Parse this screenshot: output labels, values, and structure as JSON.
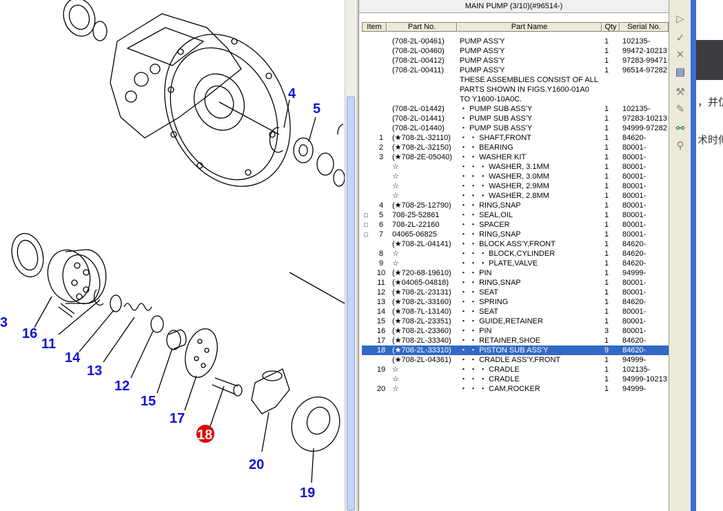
{
  "parts_list": {
    "title": "MAIN PUMP (3/10)(#96514-)",
    "columns": [
      "Item",
      "Part No.",
      "Part Name",
      "Qty",
      "Serial No."
    ],
    "rows": [
      {
        "check": "",
        "item": "",
        "part": "(708-2L-00461)",
        "name": "PUMP ASS'Y",
        "qty": "1",
        "serial": "102135-"
      },
      {
        "check": "",
        "item": "",
        "part": "(708-2L-00460)",
        "name": "PUMP ASS'Y",
        "qty": "1",
        "serial": "99472-10213"
      },
      {
        "check": "",
        "item": "",
        "part": "(708-2L-00412)",
        "name": "PUMP ASS'Y",
        "qty": "1",
        "serial": "97283-99471"
      },
      {
        "check": "",
        "item": "",
        "part": "(708-2L-00411)",
        "name": "PUMP ASS'Y",
        "qty": "1",
        "serial": "96514-97282"
      },
      {
        "check": "",
        "item": "",
        "part": "",
        "name": "THESE ASSEMBLIES CONSIST OF ALL",
        "qty": "",
        "serial": ""
      },
      {
        "check": "",
        "item": "",
        "part": "",
        "name": "PARTS SHOWN IN FIGS.Y1600-01A0",
        "qty": "",
        "serial": ""
      },
      {
        "check": "",
        "item": "",
        "part": "",
        "name": "TO Y1600-10A0C.",
        "qty": "",
        "serial": ""
      },
      {
        "check": "",
        "item": "",
        "part": "(708-2L-01442)",
        "name": "・ PUMP SUB ASS'Y",
        "qty": "1",
        "serial": "102135-"
      },
      {
        "check": "",
        "item": "",
        "part": "(708-2L-01441)",
        "name": "・ PUMP SUB ASS'Y",
        "qty": "1",
        "serial": "97283-10213"
      },
      {
        "check": "",
        "item": "",
        "part": "(708-2L-01440)",
        "name": "・ PUMP SUB ASS'Y",
        "qty": "1",
        "serial": "94999-97282"
      },
      {
        "check": "",
        "item": "1",
        "part": "(★708-2L-32110)",
        "name": "・ ・ SHAFT,FRONT",
        "qty": "1",
        "serial": "84620-"
      },
      {
        "check": "",
        "item": "2",
        "part": "(★708-2L-32150)",
        "name": "・ ・ BEARING",
        "qty": "1",
        "serial": "80001-"
      },
      {
        "check": "",
        "item": "3",
        "part": "(★708-2E-05040)",
        "name": "・ ・ WASHER KIT",
        "qty": "1",
        "serial": "80001-"
      },
      {
        "check": "",
        "item": "",
        "part": "☆",
        "name": "・ ・ ・ WASHER, 3.1MM",
        "qty": "1",
        "serial": "80001-"
      },
      {
        "check": "",
        "item": "",
        "part": "☆",
        "name": "・ ・ ・ WASHER, 3.0MM",
        "qty": "1",
        "serial": "80001-"
      },
      {
        "check": "",
        "item": "",
        "part": "☆",
        "name": "・ ・ ・ WASHER, 2.9MM",
        "qty": "1",
        "serial": "80001-"
      },
      {
        "check": "",
        "item": "",
        "part": "☆",
        "name": "・ ・ ・ WASHER, 2.8MM",
        "qty": "1",
        "serial": "80001-"
      },
      {
        "check": "",
        "item": "4",
        "part": "(★708-25-12790)",
        "name": "・ ・ RING,SNAP",
        "qty": "1",
        "serial": "80001-"
      },
      {
        "check": "□",
        "item": "5",
        "part": "708-25-52861",
        "name": "・ ・ SEAL,OIL",
        "qty": "1",
        "serial": "80001-"
      },
      {
        "check": "□",
        "item": "6",
        "part": "708-2L-22160",
        "name": "・ ・ SPACER",
        "qty": "1",
        "serial": "80001-"
      },
      {
        "check": "□",
        "item": "7",
        "part": "04065-06825",
        "name": "・ ・ RING,SNAP",
        "qty": "1",
        "serial": "80001-"
      },
      {
        "check": "",
        "item": "",
        "part": "(★708-2L-04141)",
        "name": "・ ・ BLOCK ASS'Y,FRONT",
        "qty": "1",
        "serial": "84620-"
      },
      {
        "check": "",
        "item": "8",
        "part": "☆",
        "name": "・ ・ ・ BLOCK,CYLINDER",
        "qty": "1",
        "serial": "84620-"
      },
      {
        "check": "",
        "item": "9",
        "part": "☆",
        "name": "・ ・ ・ PLATE,VALVE",
        "qty": "1",
        "serial": "84620-"
      },
      {
        "check": "",
        "item": "10",
        "part": "(★720-68-19610)",
        "name": "・ ・ PIN",
        "qty": "1",
        "serial": "94999-"
      },
      {
        "check": "",
        "item": "11",
        "part": "(★04065-04818)",
        "name": "・ ・ RING,SNAP",
        "qty": "1",
        "serial": "80001-"
      },
      {
        "check": "",
        "item": "12",
        "part": "(★708-2L-23131)",
        "name": "・ ・ SEAT",
        "qty": "1",
        "serial": "80001-"
      },
      {
        "check": "",
        "item": "13",
        "part": "(★708-2L-33160)",
        "name": "・ ・ SPRING",
        "qty": "1",
        "serial": "84620-"
      },
      {
        "check": "",
        "item": "14",
        "part": "(★708-7L-13140)",
        "name": "・ ・ SEAT",
        "qty": "1",
        "serial": "80001-"
      },
      {
        "check": "",
        "item": "15",
        "part": "(★708-2L-23351)",
        "name": "・ ・ GUIDE,RETAINER",
        "qty": "1",
        "serial": "80001-"
      },
      {
        "check": "",
        "item": "16",
        "part": "(★708-2L-23360)",
        "name": "・ ・ PIN",
        "qty": "3",
        "serial": "80001-"
      },
      {
        "check": "",
        "item": "17",
        "part": "(★708-2L-33340)",
        "name": "・ ・ RETAINER,SHOE",
        "qty": "1",
        "serial": "84620-"
      },
      {
        "check": "",
        "item": "18",
        "part": "(★708-2L-33310)",
        "name": "・ ・ PISTON SUB ASS'Y",
        "qty": "9",
        "serial": "84620-",
        "selected": true
      },
      {
        "check": "",
        "item": "",
        "part": "(★708-2L-04361)",
        "name": "・ ・ CRADLE ASS'Y,FRONT",
        "qty": "1",
        "serial": "94999-"
      },
      {
        "check": "",
        "item": "19",
        "part": "☆",
        "name": "・ ・ ・ CRADLE",
        "qty": "1",
        "serial": "102135-"
      },
      {
        "check": "",
        "item": "",
        "part": "☆",
        "name": "・ ・ ・ CRADLE",
        "qty": "1",
        "serial": "94999-10213"
      },
      {
        "check": "",
        "item": "20",
        "part": "☆",
        "name": "・ ・ ・ CAM,ROCKER",
        "qty": "1",
        "serial": "94999-"
      }
    ]
  },
  "diagram": {
    "callouts": [
      "4",
      "5",
      "16",
      "11",
      "14",
      "13",
      "12",
      "15",
      "17",
      "18",
      "20",
      "19",
      "3"
    ],
    "highlighted_callout": "18",
    "callout_color": "#1010d8",
    "highlight_color": "#e00000"
  },
  "toolbar": {
    "icons": [
      "play-icon",
      "check-icon",
      "close-icon",
      "list-icon",
      "wrench-icon",
      "edit-icon",
      "binoculars-icon",
      "zoom-icon"
    ]
  },
  "background_app": {
    "text_1": "，并仿",
    "text_2": "术时傅"
  },
  "selection_color": "#3169c6"
}
